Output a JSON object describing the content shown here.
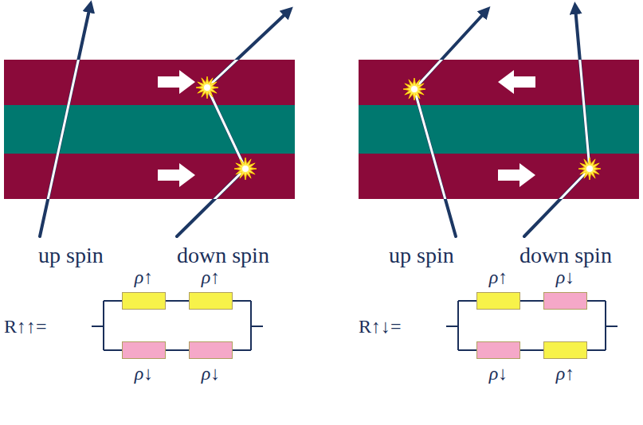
{
  "diagram": {
    "nodes": [
      {
        "text": [
          "ρ↑"
        ]
      },
      {
        "text": [
          "ρ↑"
        ]
      },
      {
        "text": [
          "ρ↓"
        ]
      },
      {
        "text": [
          "ρ↓"
        ]
      },
      {
        "text": [
          "ρ↑"
        ]
      },
      {
        "text": [
          "ρ↓"
        ]
      },
      {
        "text": [
          "ρ↓"
        ]
      },
      {
        "text": [
          "ρ↑"
        ]
      }
    ],
    "edges": [
      {
        "from": 0,
        "to": 1,
        "arrow": "none"
      },
      {
        "from": 2,
        "to": 3,
        "arrow": "none"
      },
      {
        "from": 4,
        "to": 5,
        "arrow": "none"
      },
      {
        "from": 6,
        "to": 7,
        "arrow": "none"
      }
    ],
    "labels": [
      "up spin",
      "down spin",
      "up spin",
      "down spin",
      "R↑↑=",
      "R↑↓="
    ]
  }
}
